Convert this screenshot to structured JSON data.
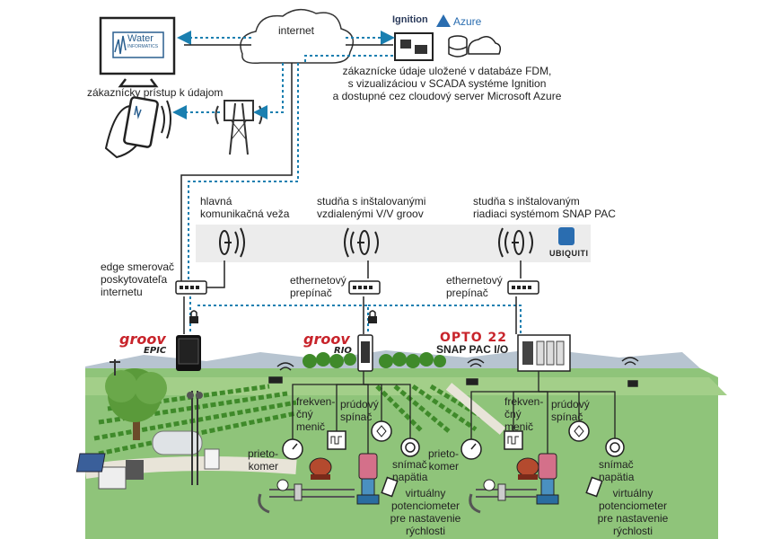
{
  "cloud_label": "internet",
  "water_logo": {
    "line1": "Water",
    "line2": "INFORMATICS"
  },
  "ignition_label": "Ignition",
  "azure_label": "Azure",
  "customer_data_text": [
    "zákaznícke údaje uložené v databáze FDM,",
    "s vizualizáciou v SCADA systéme Ignition",
    "a dostupné cez cloudový server Microsoft Azure"
  ],
  "customer_access_label": "zákaznícky prístup k údajom",
  "tower_label": [
    "hlavná",
    "komunikačná veža"
  ],
  "well_groov_label": [
    "studňa s inštalovanými",
    "vzdialenými V/V groov"
  ],
  "well_snap_label": [
    "studňa s inštalovaným",
    "riadiaci systémom SNAP PAC"
  ],
  "ubiquiti_label": "UBIQUITI",
  "edge_router_label": [
    "edge smerovač",
    "poskytovateľa",
    "internetu"
  ],
  "switch_label_1": [
    "ethernetový",
    "prepínač"
  ],
  "switch_label_2": [
    "ethernetový",
    "prepínač"
  ],
  "groov_epic": {
    "brand": "groov",
    "model": "EPIC"
  },
  "groov_rio": {
    "brand": "groov",
    "model": "RIO"
  },
  "opto22": {
    "brand": "OPTO 22",
    "model": "SNAP PAC I/O"
  },
  "left_well": {
    "vfd": [
      "frekven-",
      "čný",
      "menič"
    ],
    "current_switch": [
      "prúdový",
      "spínač"
    ],
    "flowmeter": [
      "prieto-",
      "komer"
    ],
    "voltage_sensor": [
      "snímač",
      "napätia"
    ],
    "pot": [
      "virtuálny",
      "potenciometer",
      "pre nastavenie",
      "rýchlosti"
    ]
  },
  "right_well": {
    "vfd": [
      "frekven-",
      "čný",
      "menič"
    ],
    "current_switch": [
      "prúdový",
      "spínač"
    ],
    "flowmeter": [
      "prieto-",
      "komer"
    ],
    "voltage_sensor": [
      "snímač",
      "napätia"
    ],
    "pot": [
      "virtuálny",
      "potenciometer",
      "pre nastavenie",
      "rýchlosti"
    ]
  },
  "colors": {
    "link_blue": "#1a7fb0",
    "groov_red": "#c8242b",
    "cable": "#333333",
    "field_green": "#4e9a2e",
    "sky_gray": "#ececec"
  }
}
